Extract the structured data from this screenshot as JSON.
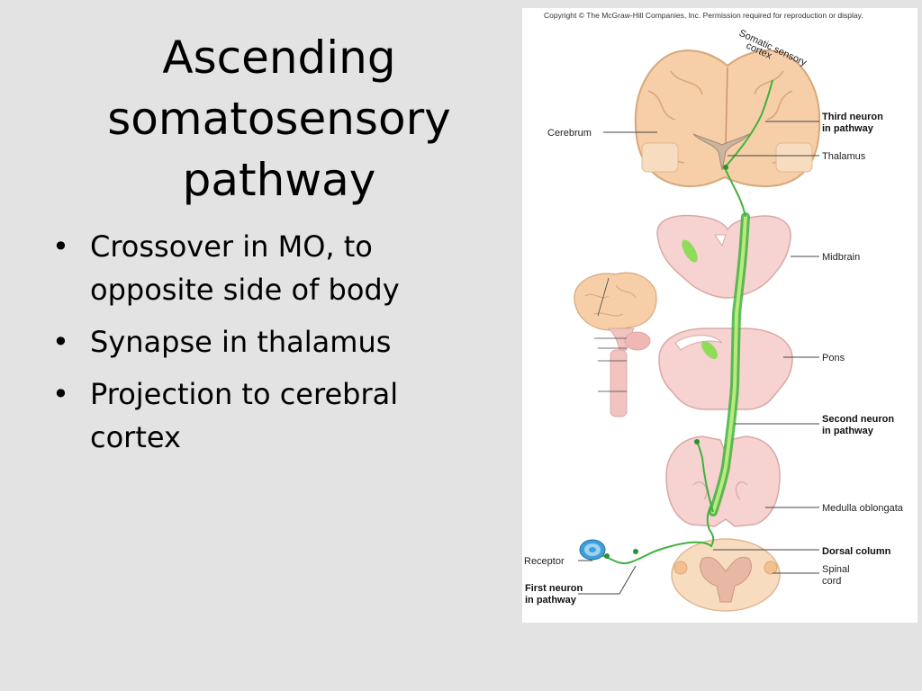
{
  "slide": {
    "title_lines": [
      "Ascending",
      "somatosensory",
      "pathway"
    ],
    "bullets": [
      "Crossover in MO, to opposite side of body",
      "Synapse in thalamus",
      "Projection to cerebral cortex"
    ],
    "bullet_char": "•"
  },
  "figure": {
    "copyright": "Copyright © The McGraw-Hill Companies, Inc. Permission required for reproduction or display.",
    "labels": {
      "somatic_line1": "Somatic sensory",
      "somatic_line2": "cortex",
      "cerebrum": "Cerebrum",
      "third_neuron_1": "Third neuron",
      "third_neuron_2": "in pathway",
      "thalamus": "Thalamus",
      "midbrain": "Midbrain",
      "pons": "Pons",
      "second_neuron_1": "Second neuron",
      "second_neuron_2": "in pathway",
      "medulla": "Medulla oblongata",
      "dorsal_column": "Dorsal column",
      "spinal_1": "Spinal",
      "spinal_2": "cord",
      "receptor": "Receptor",
      "first_neuron_1": "First neuron",
      "first_neuron_2": "in pathway"
    },
    "colors": {
      "brain_tissue": "#f6cfa8",
      "brain_outline": "#d8a77a",
      "stem_tissue": "#f6d2d0",
      "stem_outline": "#d9a9a6",
      "pathway_green": "#3fb23f",
      "pathway_light": "#8fdc5a",
      "receptor_blue": "#3f9fd8"
    }
  }
}
